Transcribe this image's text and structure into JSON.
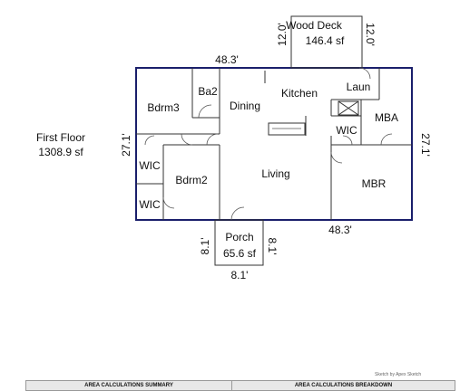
{
  "floor": {
    "name": "First Floor",
    "area": "1308.9 sf"
  },
  "rooms": {
    "wood_deck": "Wood Deck",
    "wood_deck_area": "146.4 sf",
    "kitchen": "Kitchen",
    "dining": "Dining",
    "ba2": "Ba2",
    "bdrm3": "Bdrm3",
    "laun": "Laun",
    "mba": "MBA",
    "wic_master": "WIC",
    "wic_1": "WIC",
    "wic_2": "WIC",
    "bdrm2": "Bdrm2",
    "living": "Living",
    "mbr": "MBR",
    "porch": "Porch",
    "porch_area": "65.6 sf"
  },
  "dimensions": {
    "top": "48.3'",
    "bottom": "48.3'",
    "left": "27.1'",
    "right": "27.1'",
    "deck_left": "12.0'",
    "deck_right": "12.0'",
    "porch_left": "8.1'",
    "porch_right": "8.1'",
    "porch_bottom": "8.1'"
  },
  "footer": {
    "credit": "Sketch by Apex Sketch",
    "summary_title": "AREA CALCULATIONS SUMMARY",
    "breakdown_title": "AREA CALCULATIONS BREAKDOWN"
  },
  "colors": {
    "exterior_wall": "#1a1f6b",
    "interior_wall": "#333333"
  }
}
